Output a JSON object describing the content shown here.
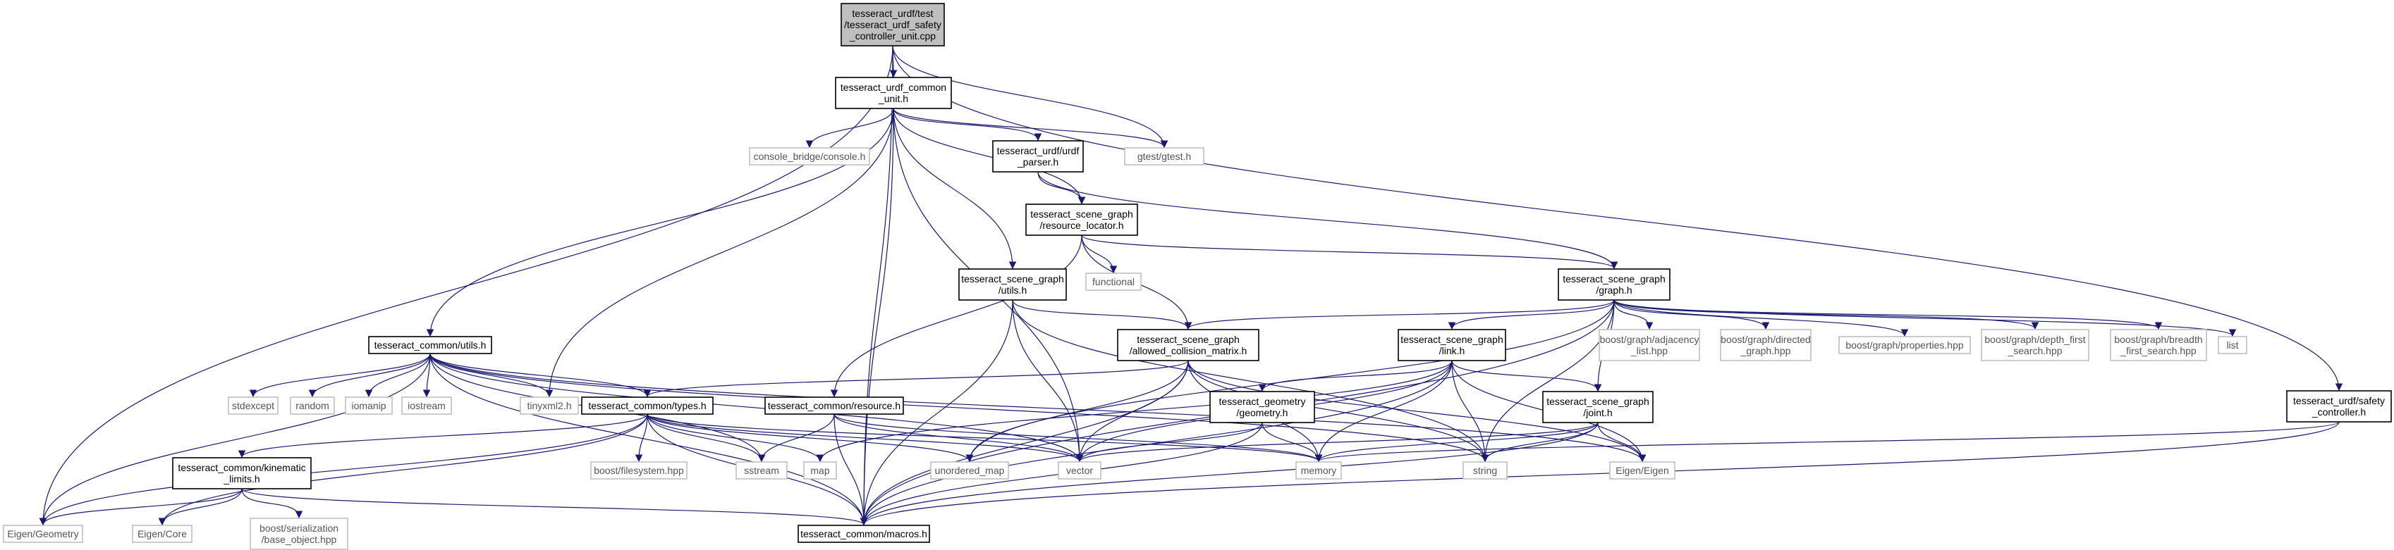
{
  "graph": {
    "title": "",
    "colors": {
      "edge": "#191970",
      "root_fill": "#bfbfbf",
      "local_border": "#000000",
      "external_border": "#bfbfbf"
    },
    "nodes": [
      {
        "id": "root",
        "kind": "root",
        "lines": [
          "tesseract_urdf/test",
          "/tesseract_urdf_safety",
          "_controller_unit.cpp"
        ]
      },
      {
        "id": "common_unit",
        "kind": "local",
        "lines": [
          "tesseract_urdf_common",
          "_unit.h"
        ]
      },
      {
        "id": "gtest",
        "kind": "ext",
        "lines": [
          "gtest/gtest.h"
        ]
      },
      {
        "id": "safety",
        "kind": "local",
        "lines": [
          "tesseract_urdf/safety",
          "_controller.h"
        ]
      },
      {
        "id": "console",
        "kind": "ext",
        "lines": [
          "console_bridge/console.h"
        ]
      },
      {
        "id": "urdf_parser",
        "kind": "local",
        "lines": [
          "tesseract_urdf/urdf",
          "_parser.h"
        ]
      },
      {
        "id": "resource_locator",
        "kind": "local",
        "lines": [
          "tesseract_scene_graph",
          "/resource_locator.h"
        ]
      },
      {
        "id": "functional",
        "kind": "ext",
        "lines": [
          "functional"
        ]
      },
      {
        "id": "sg_utils",
        "kind": "local",
        "lines": [
          "tesseract_scene_graph",
          "/utils.h"
        ]
      },
      {
        "id": "graph",
        "kind": "local",
        "lines": [
          "tesseract_scene_graph",
          "/graph.h"
        ]
      },
      {
        "id": "common_utils",
        "kind": "local",
        "lines": [
          "tesseract_common/utils.h"
        ]
      },
      {
        "id": "acm",
        "kind": "local",
        "lines": [
          "tesseract_scene_graph",
          "/allowed_collision_matrix.h"
        ]
      },
      {
        "id": "link",
        "kind": "local",
        "lines": [
          "tesseract_scene_graph",
          "/link.h"
        ]
      },
      {
        "id": "adjacency",
        "kind": "ext",
        "lines": [
          "boost/graph/adjacency",
          "_list.hpp"
        ]
      },
      {
        "id": "directed",
        "kind": "ext",
        "lines": [
          "boost/graph/directed",
          "_graph.hpp"
        ]
      },
      {
        "id": "properties",
        "kind": "ext",
        "lines": [
          "boost/graph/properties.hpp"
        ]
      },
      {
        "id": "dfs",
        "kind": "ext",
        "lines": [
          "boost/graph/depth_first",
          "_search.hpp"
        ]
      },
      {
        "id": "bfs",
        "kind": "ext",
        "lines": [
          "boost/graph/breadth",
          "_first_search.hpp"
        ]
      },
      {
        "id": "list",
        "kind": "ext",
        "lines": [
          "list"
        ]
      },
      {
        "id": "stdexcept",
        "kind": "ext",
        "lines": [
          "stdexcept"
        ]
      },
      {
        "id": "random",
        "kind": "ext",
        "lines": [
          "random"
        ]
      },
      {
        "id": "iomanip",
        "kind": "ext",
        "lines": [
          "iomanip"
        ]
      },
      {
        "id": "iostream",
        "kind": "ext",
        "lines": [
          "iostream"
        ]
      },
      {
        "id": "tinyxml2",
        "kind": "ext",
        "lines": [
          "tinyxml2.h"
        ]
      },
      {
        "id": "types",
        "kind": "local",
        "lines": [
          "tesseract_common/types.h"
        ]
      },
      {
        "id": "resource",
        "kind": "local",
        "lines": [
          "tesseract_common/resource.h"
        ]
      },
      {
        "id": "geometry",
        "kind": "local",
        "lines": [
          "tesseract_geometry",
          "/geometry.h"
        ]
      },
      {
        "id": "joint",
        "kind": "local",
        "lines": [
          "tesseract_scene_graph",
          "/joint.h"
        ]
      },
      {
        "id": "kinematic",
        "kind": "local",
        "lines": [
          "tesseract_common/kinematic",
          "_limits.h"
        ]
      },
      {
        "id": "filesystem",
        "kind": "ext",
        "lines": [
          "boost/filesystem.hpp"
        ]
      },
      {
        "id": "sstream",
        "kind": "ext",
        "lines": [
          "sstream"
        ]
      },
      {
        "id": "map",
        "kind": "ext",
        "lines": [
          "map"
        ]
      },
      {
        "id": "unordered_map",
        "kind": "ext",
        "lines": [
          "unordered_map"
        ]
      },
      {
        "id": "vector",
        "kind": "ext",
        "lines": [
          "vector"
        ]
      },
      {
        "id": "memory",
        "kind": "ext",
        "lines": [
          "memory"
        ]
      },
      {
        "id": "string",
        "kind": "ext",
        "lines": [
          "string"
        ]
      },
      {
        "id": "eigen",
        "kind": "ext",
        "lines": [
          "Eigen/Eigen"
        ]
      },
      {
        "id": "eigen_geometry",
        "kind": "ext",
        "lines": [
          "Eigen/Geometry"
        ]
      },
      {
        "id": "eigen_core",
        "kind": "ext",
        "lines": [
          "Eigen/Core"
        ]
      },
      {
        "id": "base_object",
        "kind": "ext",
        "lines": [
          "boost/serialization",
          "/base_object.hpp"
        ]
      },
      {
        "id": "macros",
        "kind": "local",
        "lines": [
          "tesseract_common/macros.h"
        ]
      }
    ],
    "edges": [
      [
        "root",
        "common_unit"
      ],
      [
        "root",
        "gtest"
      ],
      [
        "root",
        "safety"
      ],
      [
        "root",
        "eigen_geometry"
      ],
      [
        "root",
        "macros"
      ],
      [
        "common_unit",
        "console"
      ],
      [
        "common_unit",
        "urdf_parser"
      ],
      [
        "common_unit",
        "gtest"
      ],
      [
        "common_unit",
        "resource_locator"
      ],
      [
        "common_unit",
        "sg_utils"
      ],
      [
        "common_unit",
        "common_utils"
      ],
      [
        "common_unit",
        "tinyxml2"
      ],
      [
        "common_unit",
        "vector"
      ],
      [
        "common_unit",
        "macros"
      ],
      [
        "urdf_parser",
        "resource_locator"
      ],
      [
        "urdf_parser",
        "graph"
      ],
      [
        "resource_locator",
        "functional"
      ],
      [
        "resource_locator",
        "acm"
      ],
      [
        "resource_locator",
        "graph"
      ],
      [
        "resource_locator",
        "resource"
      ],
      [
        "sg_utils",
        "acm"
      ],
      [
        "sg_utils",
        "vector"
      ],
      [
        "sg_utils",
        "string"
      ],
      [
        "sg_utils",
        "macros"
      ],
      [
        "graph",
        "acm"
      ],
      [
        "graph",
        "link"
      ],
      [
        "graph",
        "joint"
      ],
      [
        "graph",
        "adjacency"
      ],
      [
        "graph",
        "directed"
      ],
      [
        "graph",
        "properties"
      ],
      [
        "graph",
        "dfs"
      ],
      [
        "graph",
        "bfs"
      ],
      [
        "graph",
        "list"
      ],
      [
        "graph",
        "string"
      ],
      [
        "graph",
        "unordered_map"
      ],
      [
        "graph",
        "macros"
      ],
      [
        "common_utils",
        "stdexcept"
      ],
      [
        "common_utils",
        "random"
      ],
      [
        "common_utils",
        "iomanip"
      ],
      [
        "common_utils",
        "iostream"
      ],
      [
        "common_utils",
        "tinyxml2"
      ],
      [
        "common_utils",
        "types"
      ],
      [
        "common_utils",
        "sstream"
      ],
      [
        "common_utils",
        "vector"
      ],
      [
        "common_utils",
        "string"
      ],
      [
        "common_utils",
        "eigen_geometry"
      ],
      [
        "common_utils",
        "macros"
      ],
      [
        "common_utils",
        "eigen"
      ],
      [
        "acm",
        "types"
      ],
      [
        "acm",
        "unordered_map"
      ],
      [
        "acm",
        "vector"
      ],
      [
        "acm",
        "memory"
      ],
      [
        "acm",
        "string"
      ],
      [
        "acm",
        "eigen"
      ],
      [
        "acm",
        "macros"
      ],
      [
        "link",
        "geometry"
      ],
      [
        "link",
        "joint"
      ],
      [
        "link",
        "vector"
      ],
      [
        "link",
        "memory"
      ],
      [
        "link",
        "string"
      ],
      [
        "link",
        "eigen"
      ],
      [
        "link",
        "macros"
      ],
      [
        "link",
        "map"
      ],
      [
        "types",
        "kinematic"
      ],
      [
        "types",
        "filesystem"
      ],
      [
        "types",
        "sstream"
      ],
      [
        "types",
        "map"
      ],
      [
        "types",
        "unordered_map"
      ],
      [
        "types",
        "vector"
      ],
      [
        "types",
        "memory"
      ],
      [
        "types",
        "eigen_geometry"
      ],
      [
        "types",
        "eigen_core"
      ],
      [
        "types",
        "macros"
      ],
      [
        "resource",
        "sstream"
      ],
      [
        "resource",
        "vector"
      ],
      [
        "resource",
        "memory"
      ],
      [
        "resource",
        "macros"
      ],
      [
        "geometry",
        "vector"
      ],
      [
        "geometry",
        "memory"
      ],
      [
        "geometry",
        "macros"
      ],
      [
        "joint",
        "vector"
      ],
      [
        "joint",
        "memory"
      ],
      [
        "joint",
        "string"
      ],
      [
        "joint",
        "eigen"
      ],
      [
        "joint",
        "macros"
      ],
      [
        "kinematic",
        "eigen_geometry"
      ],
      [
        "kinematic",
        "eigen_core"
      ],
      [
        "kinematic",
        "base_object"
      ],
      [
        "kinematic",
        "macros"
      ],
      [
        "safety",
        "memory"
      ],
      [
        "safety",
        "macros"
      ]
    ]
  }
}
